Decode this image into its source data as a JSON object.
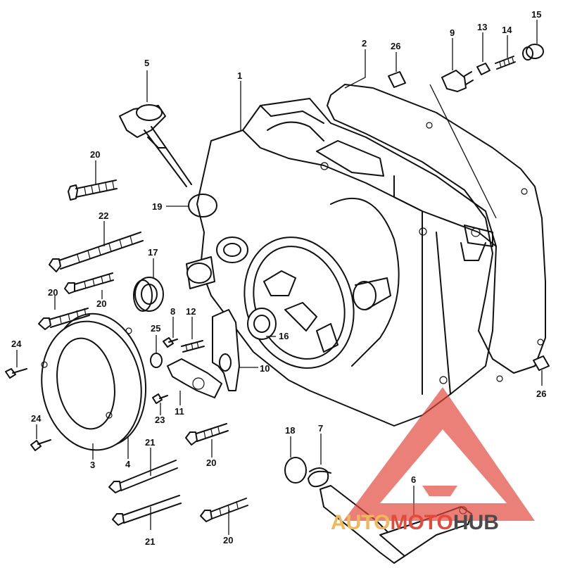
{
  "diagram": {
    "callouts": {
      "c1": "1",
      "c2": "2",
      "c3": "3",
      "c4": "4",
      "c5": "5",
      "c6": "6",
      "c7": "7",
      "c8": "8",
      "c9": "9",
      "c10": "10",
      "c11": "11",
      "c12": "12",
      "c13": "13",
      "c14": "14",
      "c15": "15",
      "c16": "16",
      "c17": "17",
      "c18": "18",
      "c19": "19",
      "c20a": "20",
      "c20b": "20",
      "c20c": "20",
      "c20d": "20",
      "c20e": "20",
      "c21a": "21",
      "c21b": "21",
      "c22": "22",
      "c23": "23",
      "c24a": "24",
      "c24b": "24",
      "c25": "25",
      "c26a": "26",
      "c26b": "26"
    }
  },
  "watermark": {
    "word_auto": "AUTO",
    "word_moto": "MOTO",
    "word_hub": "HUB",
    "colors": {
      "auto": "#f0b85a",
      "moto": "#e24a3c",
      "hub": "#4a4a4a",
      "logo": "#e2453a"
    }
  }
}
